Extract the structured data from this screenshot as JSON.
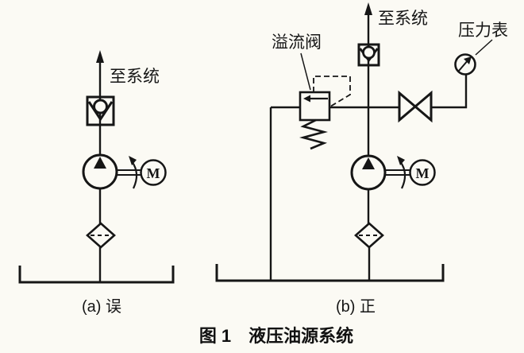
{
  "figure": {
    "caption": "图 1　液压油源系统",
    "to_system_label": "至系统",
    "relief_valve_label": "溢流阀",
    "pressure_gauge_label": "压力表",
    "motor_label": "M",
    "panel_a_label": "(a) 误",
    "panel_b_label": "(b) 正"
  },
  "colors": {
    "line": "#161616",
    "paper": "#fbfaf4"
  }
}
